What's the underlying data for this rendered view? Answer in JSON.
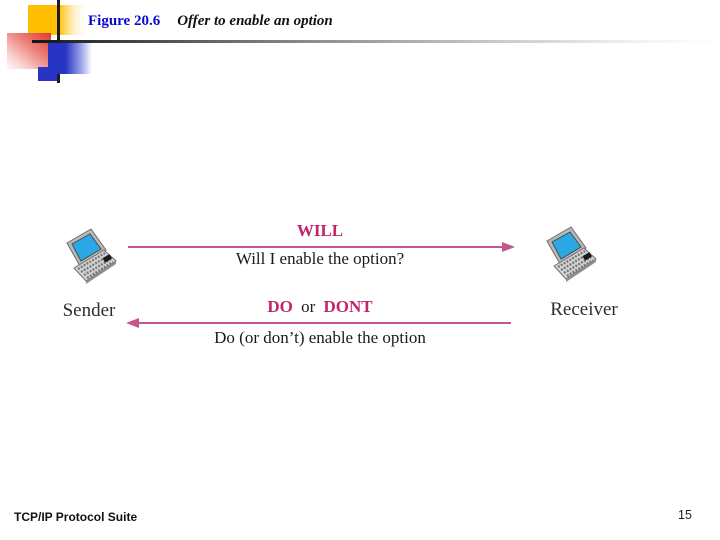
{
  "header": {
    "figure_label": "Figure 20.6",
    "figure_caption": "Offer to enable an option"
  },
  "diagram": {
    "sender": {
      "label": "Sender",
      "icon": "laptop-icon"
    },
    "receiver": {
      "label": "Receiver",
      "icon": "laptop-icon"
    },
    "top_message": {
      "command": "WILL",
      "description": "Will I enable the option?",
      "direction": "sender-to-receiver"
    },
    "bottom_message": {
      "command_do": "DO",
      "command_or": "or",
      "command_dont": "DONT",
      "description": "Do (or don’t) enable the option",
      "direction": "receiver-to-sender"
    }
  },
  "footer": {
    "left_text": "TCP/IP Protocol Suite",
    "page_number": "15"
  },
  "colors": {
    "command_magenta": "#C2246D",
    "arrow_pink": "#C6558F",
    "title_blue": "#0A0ACC",
    "laptop_screen_blue": "#2BA9E6",
    "decoration_yellow": "#FFBE00",
    "decoration_red": "#DF382D",
    "decoration_blue": "#2834C4"
  }
}
